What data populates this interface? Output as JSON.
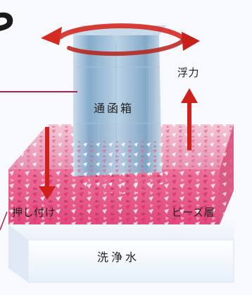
{
  "labels": {
    "tube_box": "通函箱",
    "buoyancy": "浮力",
    "pressing": "押し付け",
    "bead_layer": "ビーズ層",
    "wash_water": "洗浄水"
  },
  "colors": {
    "arrow_red": "#d0201c",
    "bead_pink": "#e45a86",
    "box_blue": "#8fb4d3",
    "water_blue": "#e9f2fb",
    "pointer_line": "#b51f4a"
  },
  "icons": {
    "rotation": "rotation-arrow-icon",
    "up_arrow": "up-arrow-icon",
    "down_arrow": "down-arrow-icon"
  }
}
